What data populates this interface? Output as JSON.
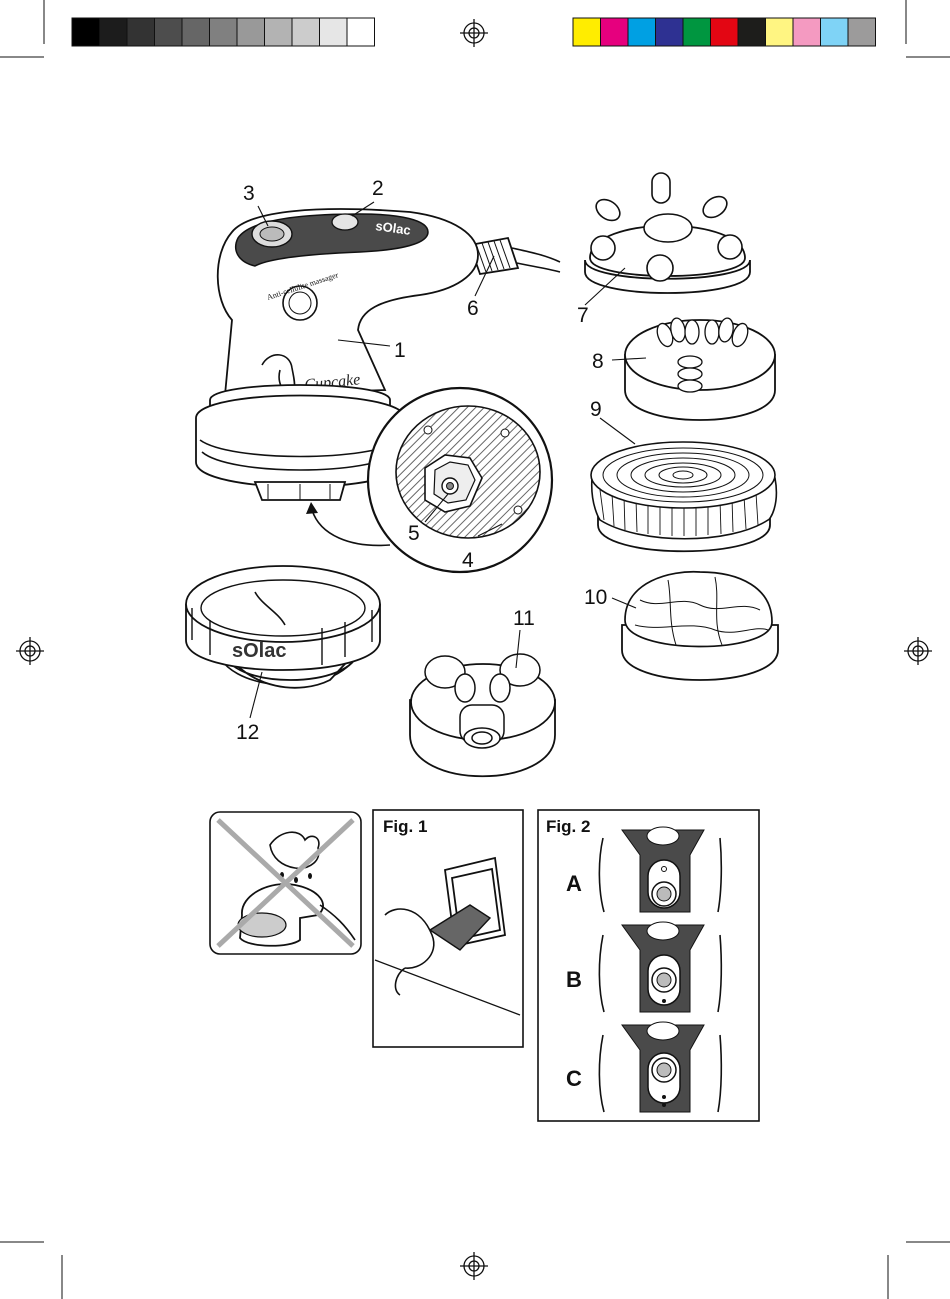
{
  "color_bar": {
    "grays": [
      "#000000",
      "#1c1c1c",
      "#333333",
      "#4d4d4d",
      "#666666",
      "#808080",
      "#999999",
      "#b3b3b3",
      "#cccccc",
      "#e6e6e6",
      "#ffffff"
    ],
    "colors": [
      "#ffed00",
      "#e6007e",
      "#00a0e3",
      "#2e3192",
      "#009640",
      "#e30613",
      "#1d1d1b",
      "#fff582",
      "#f49ac1",
      "#7fd3f6",
      "#9c9b9b"
    ]
  },
  "labels": {
    "l1": "1",
    "l2": "2",
    "l3": "3",
    "l4": "4",
    "l5": "5",
    "l6": "6",
    "l7": "7",
    "l8": "8",
    "l9": "9",
    "l10": "10",
    "l11": "11",
    "l12": "12"
  },
  "device": {
    "brand": "sOlac",
    "product": "Anti-cellulite massager",
    "signature": "Cupcake"
  },
  "ring": {
    "brand": "sOlac"
  },
  "panels": {
    "fig1_title": "Fig. 1",
    "fig2_title": "Fig. 2",
    "fig2_rows": [
      "A",
      "B",
      "C"
    ]
  }
}
